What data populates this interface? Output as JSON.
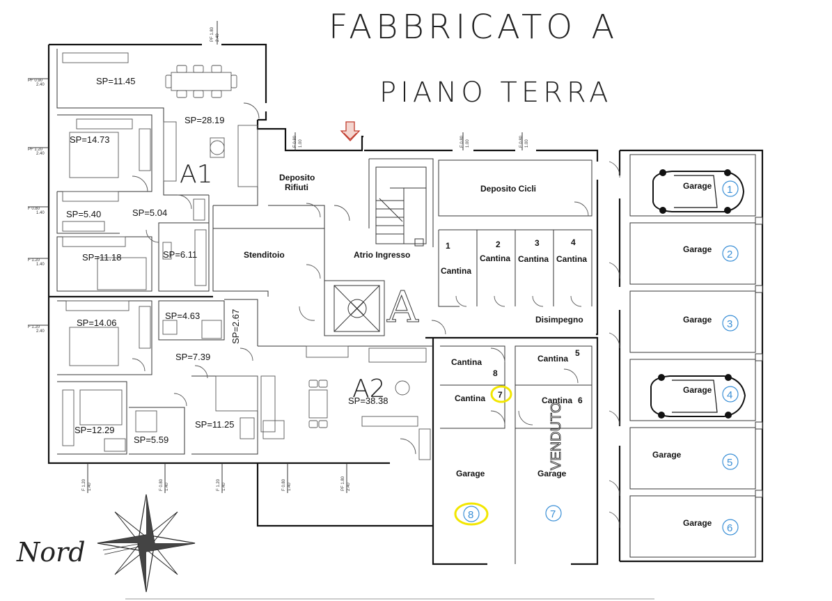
{
  "title_main": "FABBRICATO A",
  "title_sub": "PIANO TERRA",
  "north_label": "Nord",
  "apartments": [
    {
      "label": "A1"
    },
    {
      "label": "A2"
    },
    {
      "label": "A"
    }
  ],
  "rooms_a1": [
    {
      "label": "SP=11.45"
    },
    {
      "label": "SP=28.19"
    },
    {
      "label": "SP=14.73"
    },
    {
      "label": "SP=5.40"
    },
    {
      "label": "SP=5.04"
    },
    {
      "label": "SP=11.18"
    },
    {
      "label": "SP=6.11"
    }
  ],
  "rooms_a2": [
    {
      "label": "SP=14.06"
    },
    {
      "label": "SP=4.63"
    },
    {
      "label": "SP=2.67"
    },
    {
      "label": "SP=7.39"
    },
    {
      "label": "SP=38.38"
    },
    {
      "label": "SP=12.29"
    },
    {
      "label": "SP=5.59"
    },
    {
      "label": "SP=11.25"
    }
  ],
  "common": [
    {
      "label": "Deposito"
    },
    {
      "label": "Rifiuti"
    },
    {
      "label": "Deposito Cicli"
    },
    {
      "label": "Stenditoio"
    },
    {
      "label": "Atrio Ingresso"
    },
    {
      "label": "Disimpegno"
    }
  ],
  "cantine": [
    {
      "num": "1",
      "label": "Cantina"
    },
    {
      "num": "2",
      "label": "Cantina"
    },
    {
      "num": "3",
      "label": "Cantina"
    },
    {
      "num": "4",
      "label": "Cantina"
    },
    {
      "num": "5",
      "label": "Cantina"
    },
    {
      "num": "6",
      "label": "Cantina"
    },
    {
      "num": "7",
      "label": "Cantina"
    },
    {
      "num": "8",
      "label": "Cantina"
    }
  ],
  "garages_right": [
    {
      "label": "Garage",
      "num": "1"
    },
    {
      "label": "Garage",
      "num": "2"
    },
    {
      "label": "Garage",
      "num": "3"
    },
    {
      "label": "Garage",
      "num": "4"
    },
    {
      "label": "Garage",
      "num": "5"
    },
    {
      "label": "Garage",
      "num": "6"
    }
  ],
  "garages_bottom": [
    {
      "label": "Garage",
      "num": "8"
    },
    {
      "label": "Garage",
      "num": "7"
    }
  ],
  "sold_label": "VENDUTO",
  "windows": [
    {
      "top": "PF 0.90",
      "bottom": "2.40"
    },
    {
      "top": "PF 1.20",
      "bottom": "2.40"
    },
    {
      "top": "F 0.80",
      "bottom": "1.40"
    },
    {
      "top": "F 1.20",
      "bottom": "1.40"
    },
    {
      "top": "F 1.20",
      "bottom": "2.40"
    },
    {
      "top": "PF 1.80",
      "bottom": "2.40"
    },
    {
      "top": "F 0.80",
      "bottom": "1.00"
    },
    {
      "top": "F 0.80",
      "bottom": "1.00"
    },
    {
      "top": "F 0.80",
      "bottom": "1.00"
    },
    {
      "top": "F 1.20",
      "bottom": "1.40"
    },
    {
      "top": "F 0.80",
      "bottom": "1.40"
    },
    {
      "top": "F 1.20",
      "bottom": "1.40"
    },
    {
      "top": "F 0.80",
      "bottom": "1.40"
    },
    {
      "top": "PF 1.80",
      "bottom": "2.40"
    }
  ],
  "colors": {
    "walls": "#111111",
    "numbers": "#3a8fd6",
    "highlight": "#f2e600",
    "arrow": "#c0392b"
  }
}
